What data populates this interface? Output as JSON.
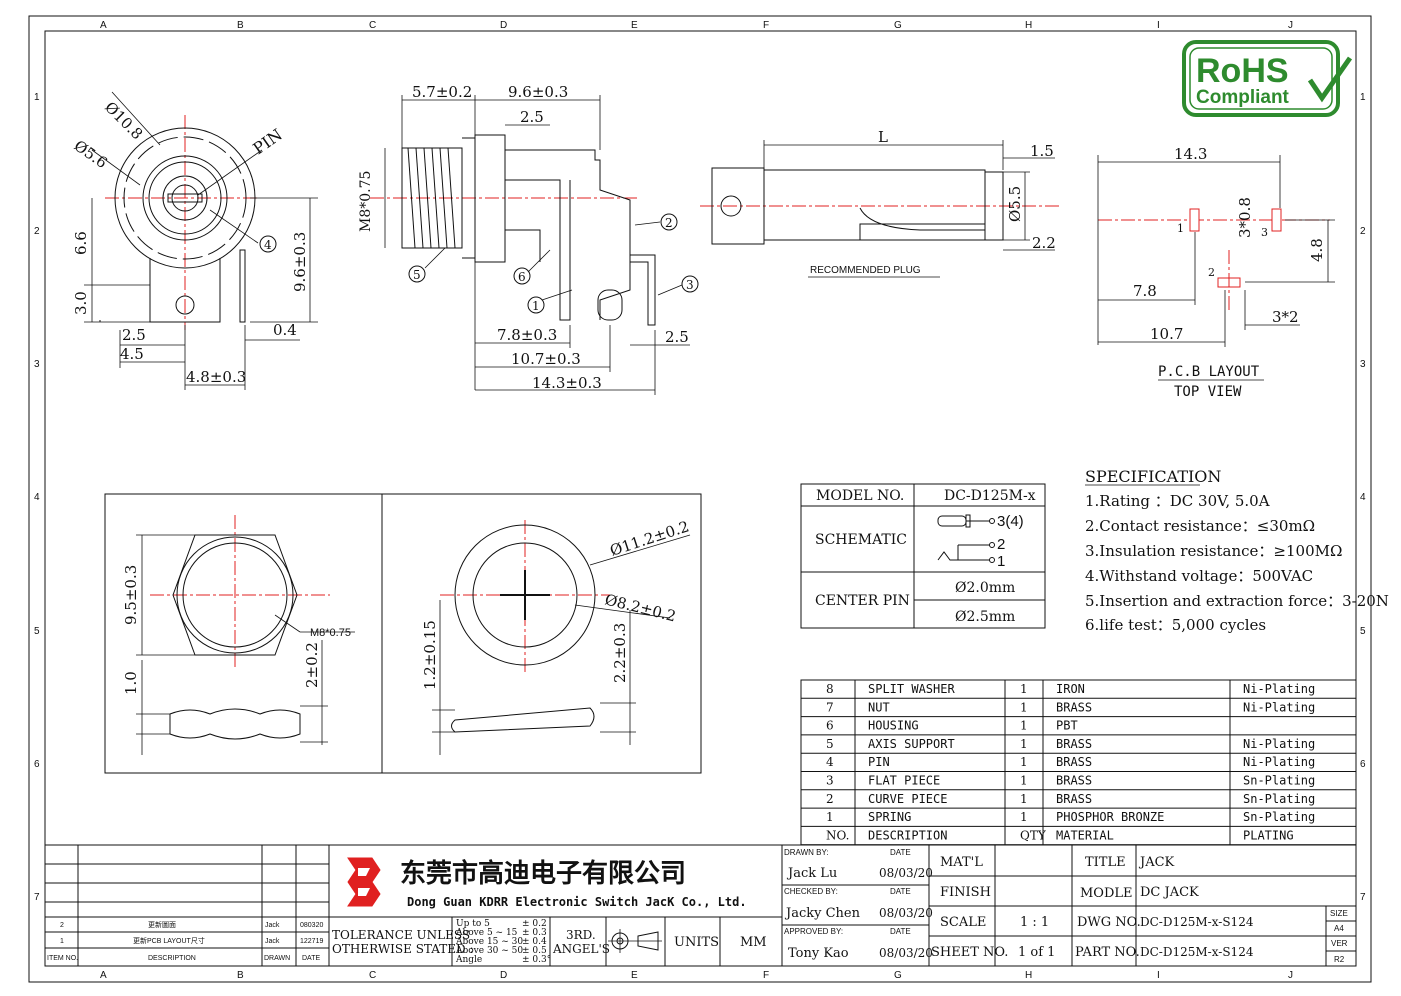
{
  "border_cols": [
    "A",
    "B",
    "C",
    "D",
    "E",
    "F",
    "G",
    "H",
    "I",
    "J"
  ],
  "border_rows": [
    "1",
    "2",
    "3",
    "4",
    "5",
    "6",
    "7"
  ],
  "rohs": {
    "line1": "RoHS",
    "line2": "Compliant"
  },
  "front_view": {
    "d108": "Ø10.8",
    "d56": "Ø5.6",
    "pin": "PIN",
    "h66": "6.6",
    "h30": "3.0",
    "h96": "9.6±0.3",
    "w25": "2.5",
    "w45": "4.5",
    "w48": "4.8±0.3",
    "w04": "0.4",
    "callout4": "4"
  },
  "side_view": {
    "d57": "5.7±0.2",
    "d96": "9.6±0.3",
    "d25": "2.5",
    "m8": "M8*0.75",
    "d78": "7.8±0.3",
    "d107": "10.7±0.3",
    "d143": "14.3±0.3",
    "d25b": "2.5",
    "c1": "1",
    "c2": "2",
    "c3": "3",
    "c5": "5",
    "c6": "6"
  },
  "plug": {
    "L": "L",
    "d15": "1.5",
    "d55": "Ø5.5",
    "d22": "2.2",
    "caption": "RECOMMENDED PLUG"
  },
  "pcb": {
    "w143": "14.3",
    "h38": "3*0.8",
    "h48": "4.8",
    "w78": "7.8",
    "w107": "10.7",
    "w32": "3*2",
    "p1": "1",
    "p2": "2",
    "p3": "3",
    "title": "P.C.B LAYOUT",
    "subtitle": "TOP VIEW"
  },
  "nut_view": {
    "h95": "9.5±0.3",
    "m8": "M8*0.75",
    "t10": "1.0",
    "t20": "2±0.2"
  },
  "washer_view": {
    "d112": "Ø11.2±0.2",
    "d82": "Ø8.2±0.2",
    "t12": "1.2±0.15",
    "t22": "2.2±0.3"
  },
  "model_table": {
    "model_label": "MODEL NO.",
    "model_value": "DC-D125M-x",
    "schematic_label": "SCHEMATIC",
    "s34": "3(4)",
    "s2": "2",
    "s1": "1",
    "center_label": "CENTER PIN",
    "pin1": "Ø2.0mm",
    "pin2": "Ø2.5mm"
  },
  "specification": {
    "title": "SPECIFICATION",
    "items": [
      "1.Rating ：DC 30V, 5.0A",
      "2.Contact resistance：≤30mΩ",
      "3.Insulation resistance：≥100MΩ",
      "4.Withstand voltage：500VAC",
      "5.Insertion and extraction force：3-20N",
      "6.life test：5,000 cycles"
    ]
  },
  "bom": {
    "rows": [
      [
        "8",
        "SPLIT WASHER",
        "1",
        "IRON",
        "Ni-Plating"
      ],
      [
        "7",
        "NUT",
        "1",
        "BRASS",
        "Ni-Plating"
      ],
      [
        "6",
        "HOUSING",
        "1",
        "PBT",
        ""
      ],
      [
        "5",
        "AXIS SUPPORT",
        "1",
        "BRASS",
        "Ni-Plating"
      ],
      [
        "4",
        "PIN",
        "1",
        "BRASS",
        "Ni-Plating"
      ],
      [
        "3",
        "FLAT PIECE",
        "1",
        "BRASS",
        "Sn-Plating"
      ],
      [
        "2",
        "CURVE PIECE",
        "1",
        "BRASS",
        "Sn-Plating"
      ],
      [
        "1",
        "SPRING",
        "1",
        "PHOSPHOR BRONZE",
        "Sn-Plating"
      ]
    ],
    "header": [
      "NO.",
      "DESCRIPTION",
      "QTY",
      "MATERIAL",
      "PLATING"
    ]
  },
  "revisions": {
    "rows": [
      [
        "2",
        "更新圖面",
        "Jack",
        "080320"
      ],
      [
        "1",
        "更新PCB LAYOUT尺寸",
        "Jack",
        "122719"
      ]
    ],
    "header": [
      "ITEM NO.",
      "DESCRIPTION",
      "DRAWN",
      "DATE"
    ]
  },
  "company": {
    "cn": "东莞市高迪电子有限公司",
    "en": "Dong Guan KDRR Electronic Switch JacK Co., Ltd."
  },
  "tolerance": {
    "label1": "TOLERANCE UNLESS",
    "label2": "OTHERWISE STATED :",
    "r1": "Up to 5",
    "v1": "± 0.2",
    "r2": "Above 5  ~ 15",
    "v2": "± 0.3",
    "r3": "Above 15 ~ 30",
    "v3": "± 0.4",
    "r4": "Above 30 ~ 50",
    "v4": "± 0.5",
    "r5": "Angle",
    "v5": "± 0.3°",
    "angle1": "3RD.",
    "angle2": "ANGEL'S",
    "units_label": "UNITS",
    "units_value": "MM"
  },
  "approvals": {
    "drawn_label": "DRAWN BY:",
    "drawn_name": "Jack  Lu",
    "drawn_date": "08/03/20",
    "checked_label": "CHECKED BY:",
    "checked_name": "Jacky Chen",
    "checked_date": "08/03/20",
    "approved_label": "APPROVED BY:",
    "approved_name": "Tony Kao",
    "approved_date": "08/03/20",
    "date_label": "DATE"
  },
  "title_block": {
    "matl_label": "MAT'L",
    "matl_value": "",
    "finish_label": "FINISH",
    "finish_value": "",
    "scale_label": "SCALE",
    "scale_value": "1 : 1",
    "sheet_label": "SHEET NO.",
    "sheet_value": "1 of 1",
    "title_label": "TITLE",
    "title_value": "JACK",
    "modle_label": "MODLE",
    "modle_value": "DC JACK",
    "dwg_label": "DWG NO.",
    "dwg_value": "DC-D125M-x-S124",
    "part_label": "PART NO.",
    "part_value": "DC-D125M-x-S124",
    "size_label": "SIZE",
    "size_value": "A4",
    "ver_label": "VER",
    "ver_value": "R2"
  }
}
